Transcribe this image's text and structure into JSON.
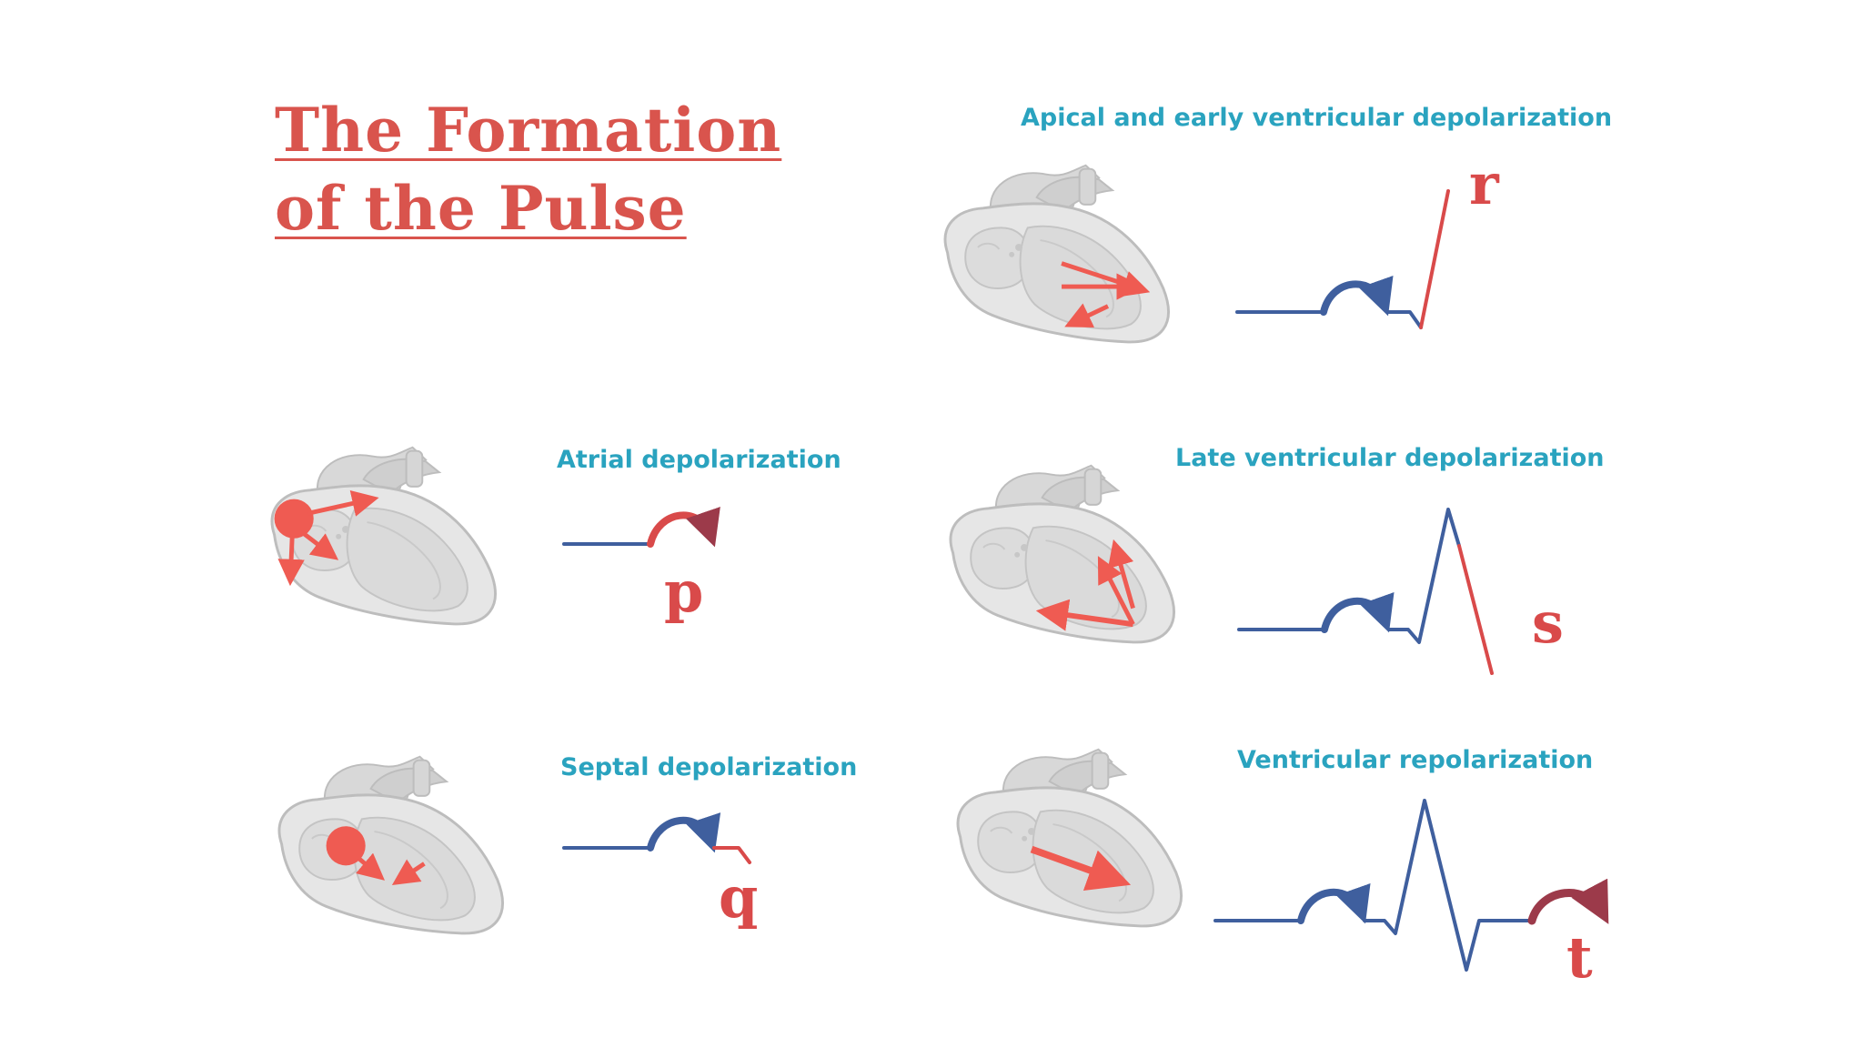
{
  "title": {
    "line1": "The Formation",
    "line2": "of the Pulse"
  },
  "panels": {
    "atrial": {
      "caption": "Atrial depolarization",
      "wave_label": "p"
    },
    "septal": {
      "caption": "Septal depolarization",
      "wave_label": "q"
    },
    "apical": {
      "caption": "Apical and early ventricular depolarization",
      "wave_label": "r"
    },
    "late": {
      "caption": "Late ventricular depolarization",
      "wave_label": "s"
    },
    "repol": {
      "caption": "Ventricular repolarization",
      "wave_label": "t"
    }
  },
  "colors": {
    "title": "#d9544d",
    "caption": "#2aa3bf",
    "wave_blue": "#3f5f9e",
    "wave_red": "#d94a4a",
    "arrow": "#ef5b52",
    "heart_fill": "#e6e6e6",
    "heart_stroke": "#bdbdbd"
  }
}
